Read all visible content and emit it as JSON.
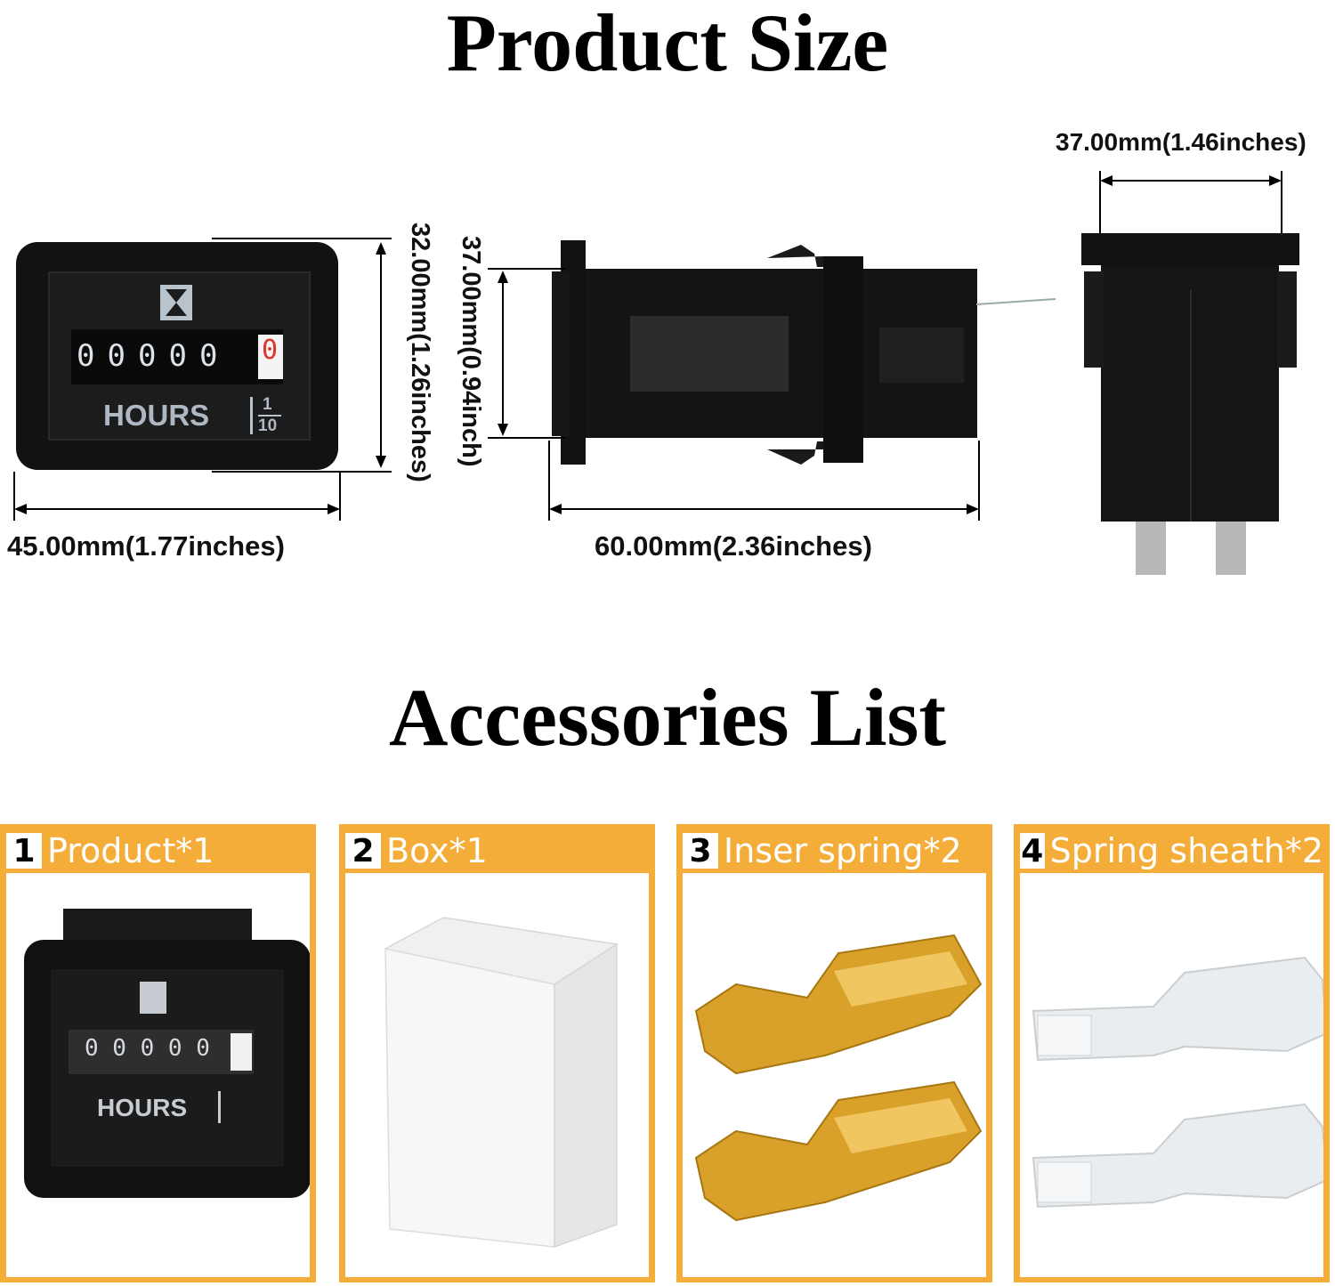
{
  "product_size": {
    "title": "Product Size",
    "front": {
      "width_label": "45.00mm(1.77inches)",
      "height_label": "32.00mm(1.26inches)",
      "counter_digits": [
        "0",
        "0",
        "0",
        "0",
        "0"
      ],
      "counter_red_digit": "0",
      "unit_label": "HOURS",
      "fraction_numerator": "1",
      "fraction_denominator": "10",
      "icon": "hourglass-icon"
    },
    "side": {
      "length_label": "60.00mm(2.36inches)",
      "height_label": "37.00mm(0.94inch)"
    },
    "back": {
      "width_label": "37.00mm(1.46inches)"
    }
  },
  "accessories": {
    "title": "Accessories List",
    "items": [
      {
        "number": "1",
        "label": "Product*1"
      },
      {
        "number": "2",
        "label": "Box*1"
      },
      {
        "number": "3",
        "label": "Inser spring*2"
      },
      {
        "number": "4",
        "label": "Spring sheath*2"
      }
    ]
  },
  "colors": {
    "accent": "#f5ad39",
    "device_body": "#121212",
    "gold_terminal": "#d9a12a"
  }
}
